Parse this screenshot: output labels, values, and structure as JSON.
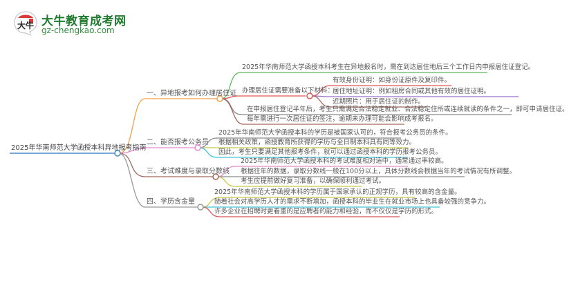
{
  "logo": {
    "badge_text": "大牛",
    "title": "大牛教育成考网",
    "url": "gz-chengkao.com"
  },
  "colors": {
    "root": "#4a8bc2",
    "branch1": "#f0a04b",
    "branch2": "#e88ad0",
    "branch3": "#a0685a",
    "branch4": "#999999",
    "green": "#5cb85c",
    "red": "#e05555",
    "purple": "#9b6fc7",
    "gray": "#8a8a8a",
    "brown": "#a0685a",
    "olive": "#c8c84a",
    "cyan": "#3cc4d6",
    "pink": "#e88ad0"
  },
  "root": {
    "label": "2025年华南师范大学函授本科异地报考指南"
  },
  "branches": [
    {
      "label": "一、异地报考如何办理居住证",
      "children": [
        {
          "label": "2025年华南师范大学函授本科考生在异地报名时，需在到达居住地后三个工作日内申报居住证登记。"
        },
        {
          "label": "办理居住证需要准备以下材料：",
          "children": [
            {
              "label": "有效身份证明：如身份证原件及复印件。"
            },
            {
              "label": "居住地址证明：例如租房合同或其他有效的居住证明。"
            },
            {
              "label": "近期照片：用于居住证的制作。"
            }
          ]
        },
        {
          "label": "在申报居住登记半年后，考生只需满足合法稳定就业、合法稳定住所或连续就读的条件之一，即可申请居住证。"
        },
        {
          "label": "每年需进行一次居住证的签注，逾期未办理可能会影响成考报名。"
        }
      ]
    },
    {
      "label": "二、能否报考公务员",
      "children": [
        {
          "label": "2025年华南师范大学函授本科的学历是被国家认可的，符合报考公务员的条件。"
        },
        {
          "label": "根据相关政策，函授教育所获得的学历与全日制本科具有同等效力。"
        },
        {
          "label": "因此，考生只要满足其他报考条件，就可以通过函授本科的学历报考公务员。"
        }
      ]
    },
    {
      "label": "三、考试难度与录取分数线",
      "children": [
        {
          "label": "2025年华南师范大学函授本科的考试难度相对适中，通常通过率较高。"
        },
        {
          "label": "根据往年的数据，录取分数线一般在100分以上，具体分数线会根据当年的考试情况有所调整。"
        },
        {
          "label": "考生应提前做好复习准备，以确保顺利通过考试。"
        }
      ]
    },
    {
      "label": "四、学历含金量",
      "children": [
        {
          "label": "2025年华南师范大学函授本科的学历属于国家承认的正规学历，具有较高的含金量。"
        },
        {
          "label": "随着社会对高学历人才的需求不断增加，函授本科的毕业生在就业市场上也具备较强的竞争力。"
        },
        {
          "label": "许多企业在招聘时更看重的是应聘者的能力和经验，而不仅仅是学历的形式。"
        }
      ]
    }
  ]
}
